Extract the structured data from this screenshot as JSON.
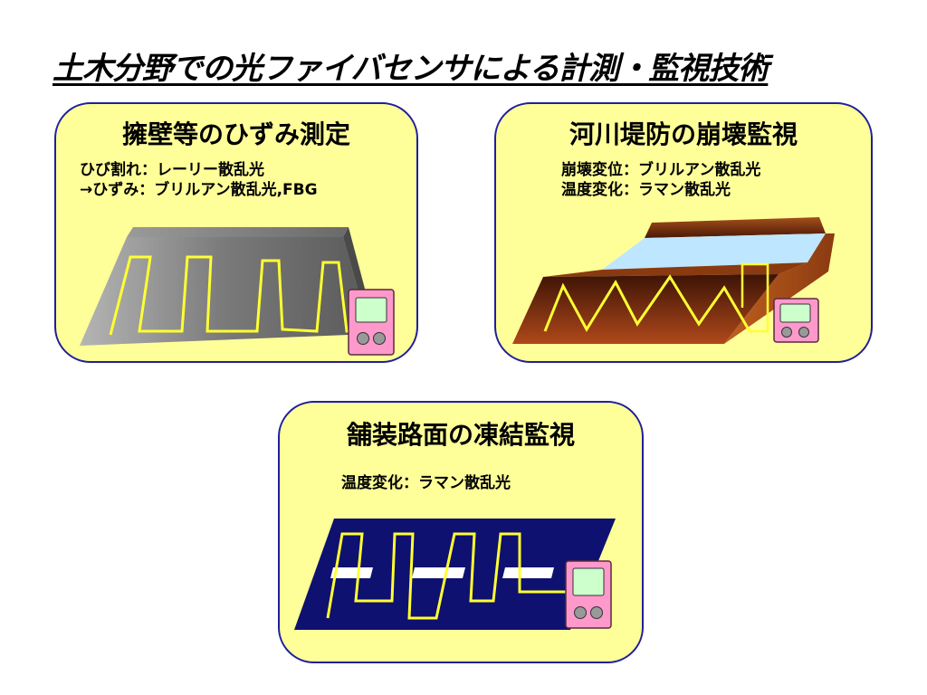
{
  "title": "土木分野での光ファイバセンサによる計測・監視技術",
  "panels": {
    "retaining_wall": {
      "title": "擁壁等のひずみ測定",
      "lines": [
        "ひび割れ：レーリー散乱光",
        "→ひずみ：ブリルアン散乱光,FBG"
      ],
      "colors": {
        "wall": "#8a8a8a",
        "fiber": "#ffff33",
        "device": "#ff99cc",
        "screen": "#ccffcc"
      }
    },
    "river_levee": {
      "title": "河川堤防の崩壊監視",
      "lines": [
        "崩壊変位：ブリルアン散乱光",
        "温度変化：ラマン散乱光"
      ],
      "colors": {
        "levee": "#a0441a",
        "levee_dark": "#5e1f0a",
        "water": "#bfe6ff",
        "fiber": "#ffff33"
      }
    },
    "pavement": {
      "title": "舗装路面の凍結監視",
      "lines": [
        "温度変化：ラマン散乱光"
      ],
      "colors": {
        "road": "#0f1170",
        "lane": "#ffffff",
        "fiber": "#ffff33"
      }
    }
  }
}
